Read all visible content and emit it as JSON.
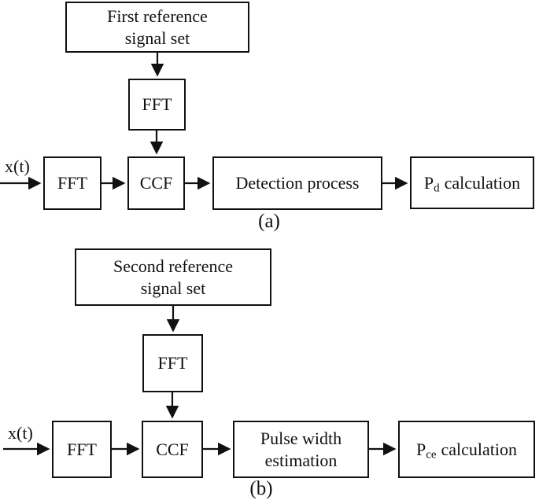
{
  "figure": {
    "diagram_a": {
      "caption": "(a)",
      "input_label": "x(t)",
      "first_ref": {
        "line1": "First reference",
        "line2": "signal set"
      },
      "fft_ref_label": "FFT",
      "fft_label": "FFT",
      "ccf_label": "CCF",
      "detection_label": "Detection process",
      "pd": {
        "base": "P",
        "sub": "d",
        "rest": "calculation"
      }
    },
    "diagram_b": {
      "caption": "(b)",
      "input_label": "x(t)",
      "second_ref": {
        "line1": "Second reference",
        "line2": "signal set"
      },
      "fft_ref_label": "FFT",
      "fft_label": "FFT",
      "ccf_label": "CCF",
      "pulse": {
        "line1": "Pulse width",
        "line2": "estimation"
      },
      "pce": {
        "base": "P",
        "sub": "ce",
        "rest": "calculation"
      }
    }
  },
  "colors": {
    "line": "#111111",
    "background": "#ffffff"
  }
}
